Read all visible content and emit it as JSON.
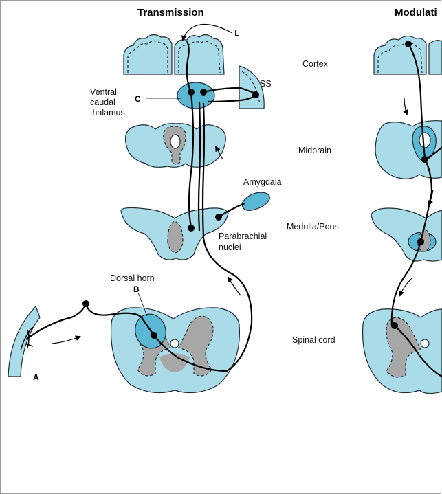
{
  "colors": {
    "light_blue": "#a9dbe9",
    "mid_blue": "#5bb8d4",
    "gray_matter": "#a7a7a7",
    "outline": "#1d2b33",
    "fiber": "#000000"
  },
  "titles": {
    "transmission": "Transmission",
    "modulation": "Modulati"
  },
  "levels": {
    "cortex": "Cortex",
    "midbrain": "Midbrain",
    "medulla_pons": "Medulla/Pons",
    "spinal_cord": "Spinal cord"
  },
  "structures": {
    "thalamus_line1": "Ventral",
    "thalamus_line2": "caudal",
    "thalamus_line3": "thalamus",
    "amygdala": "Amygdala",
    "parabrachial_line1": "Parabrachial",
    "parabrachial_line2": "nuclei",
    "dorsal_horn": "Dorsal horn",
    "ss": "SS",
    "l": "L"
  },
  "markers": {
    "a": "A",
    "b": "B",
    "c": "C"
  }
}
